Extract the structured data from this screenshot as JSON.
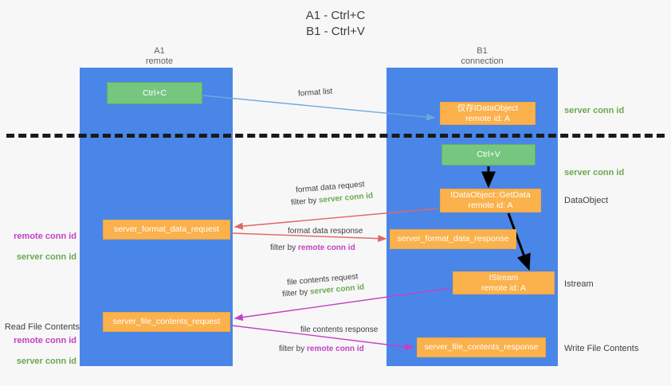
{
  "title": "A1 - Ctrl+C\nB1 - Ctrl+V",
  "colors": {
    "lane": "#4a86e8",
    "green_box": "#77c680",
    "orange_box": "#fbb14c",
    "server_conn": "#6aa84f",
    "remote_conn": "#c341c3",
    "blue_arrow": "#6fa8dc",
    "red_arrow": "#e06666",
    "magenta_arrow": "#c341c3",
    "black_arrow": "#000000",
    "background": "#f7f7f7"
  },
  "columns": {
    "left": "A1\nremote",
    "right": "B1\nconnection"
  },
  "nodes": {
    "ctrl_c": "Ctrl+C",
    "idataobject": "仅存IDataObject\nremote id: A",
    "ctrl_v": "Ctrl+V",
    "getdata": "IDataObject::GetData\nremote id: A",
    "format_data_request": "server_format_data_request",
    "format_data_response": "server_format_data_response",
    "istream": "IStream\nremote id: A",
    "file_contents_request": "server_file_contents_request",
    "file_contents_response": "server_file_contents_response"
  },
  "side_notes": {
    "server_conn_top": "server conn id",
    "server_conn_mid": "server conn id",
    "dataobject": "DataObject",
    "istream": "Istream",
    "write_file_contents": "Write File Contents"
  },
  "left_notes": {
    "remote_conn_1": "remote conn id",
    "server_conn_1": "server conn id",
    "read_file_contents": "Read File Contents",
    "remote_conn_2": "remote conn id",
    "server_conn_2": "server conn id"
  },
  "edge_labels": {
    "format_list": "format list",
    "format_data_request": "format data request",
    "filter_by_1_prefix": "filter by ",
    "filter_by_1_key": "server conn id",
    "format_data_response": "format data response",
    "filter_by_2_prefix": "filter by ",
    "filter_by_2_key": "remote conn id",
    "file_contents_request": "file contents request",
    "filter_by_3_prefix": "filter by ",
    "filter_by_3_key": "server conn id",
    "file_contents_response": "file contents response",
    "filter_by_4_prefix": "filter by ",
    "filter_by_4_key": "remote conn id"
  }
}
